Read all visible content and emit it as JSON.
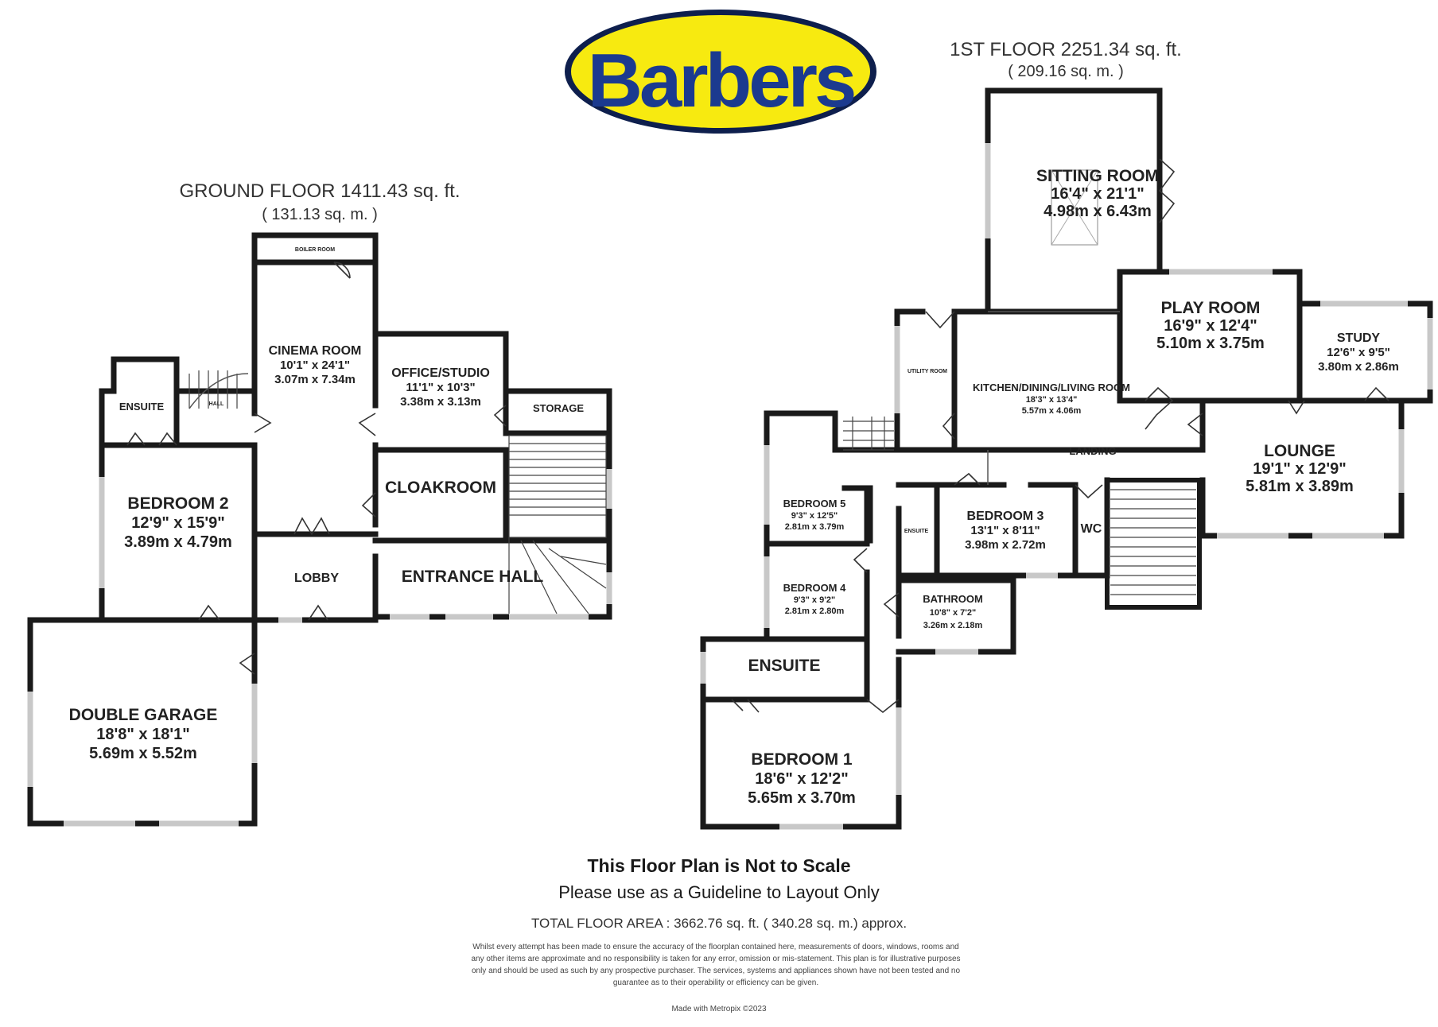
{
  "logo": {
    "text": "Barbers",
    "fill": "#f7ea10",
    "text_color": "#1b3a8f"
  },
  "ground_floor": {
    "title": "GROUND FLOOR 1411.43 sq. ft.",
    "subtitle": "( 131.13 sq. m. )",
    "rooms": {
      "boiler": {
        "name": "BOILER ROOM"
      },
      "hall_small": {
        "name": "HALL"
      },
      "cinema": {
        "name": "CINEMA ROOM",
        "imperial": "10'1\" x 24'1\"",
        "metric": "3.07m x 7.34m"
      },
      "office": {
        "name": "OFFICE/STUDIO",
        "imperial": "11'1\" x 10'3\"",
        "metric": "3.38m x 3.13m"
      },
      "storage": {
        "name": "STORAGE"
      },
      "ensuite": {
        "name": "ENSUITE"
      },
      "bedroom2": {
        "name": "BEDROOM 2",
        "imperial": "12'9\" x 15'9\"",
        "metric": "3.89m x 4.79m"
      },
      "cloakroom": {
        "name": "CLOAKROOM"
      },
      "lobby": {
        "name": "LOBBY"
      },
      "entrance": {
        "name": "ENTRANCE HALL"
      },
      "garage": {
        "name": "DOUBLE GARAGE",
        "imperial": "18'8\" x 18'1\"",
        "metric": "5.69m x 5.52m"
      }
    }
  },
  "first_floor": {
    "title": "1ST FLOOR 2251.34 sq. ft.",
    "subtitle": "( 209.16 sq. m. )",
    "rooms": {
      "sitting": {
        "name": "SITTING ROOM",
        "imperial": "16'4\" x 21'1\"",
        "metric": "4.98m x 6.43m"
      },
      "play": {
        "name": "PLAY ROOM",
        "imperial": "16'9\" x 12'4\"",
        "metric": "5.10m x 3.75m"
      },
      "study": {
        "name": "STUDY",
        "imperial": "12'6\" x 9'5\"",
        "metric": "3.80m x 2.86m"
      },
      "utility": {
        "name": "UTILITY ROOM"
      },
      "kitchen": {
        "name": "KITCHEN/DINING/LIVING ROOM",
        "imperial": "18'3\" x 13'4\"",
        "metric": "5.57m x 4.06m"
      },
      "landing": {
        "name": "LANDING"
      },
      "lounge": {
        "name": "LOUNGE",
        "imperial": "19'1\" x 12'9\"",
        "metric": "5.81m x 3.89m"
      },
      "bedroom5": {
        "name": "BEDROOM 5",
        "imperial": "9'3\" x 12'5\"",
        "metric": "2.81m x 3.79m"
      },
      "bedroom3": {
        "name": "BEDROOM 3",
        "imperial": "13'1\" x 8'11\"",
        "metric": "3.98m x 2.72m"
      },
      "ensuite_small": {
        "name": "ENSUITE"
      },
      "wc": {
        "name": "WC"
      },
      "bedroom4": {
        "name": "BEDROOM 4",
        "imperial": "9'3\" x 9'2\"",
        "metric": "2.81m x 2.80m"
      },
      "bathroom": {
        "name": "BATHROOM",
        "imperial": "10'8\" x 7'2\"",
        "metric": "3.26m x 2.18m"
      },
      "ensuite": {
        "name": "ENSUITE"
      },
      "bedroom1": {
        "name": "BEDROOM 1",
        "imperial": "18'6\" x 12'2\"",
        "metric": "5.65m x 3.70m"
      }
    }
  },
  "footer": {
    "heading": "This Floor Plan is Not to Scale",
    "subheading": "Please use as a Guideline to Layout Only",
    "total": "TOTAL FLOOR AREA : 3662.76 sq. ft. ( 340.28 sq. m.) approx.",
    "disclaimer": "Whilst every attempt has been made to ensure the accuracy of the floorplan contained here, measurements of doors, windows, rooms and any other items are approximate and no responsibility is taken for any error, omission or mis-statement. This plan is for illustrative purposes only and should be used as such by any prospective purchaser. The services, systems and appliances shown have not been tested and no guarantee as to their operability or efficiency can be given.",
    "made_with": "Made with Metropix ©2023"
  }
}
